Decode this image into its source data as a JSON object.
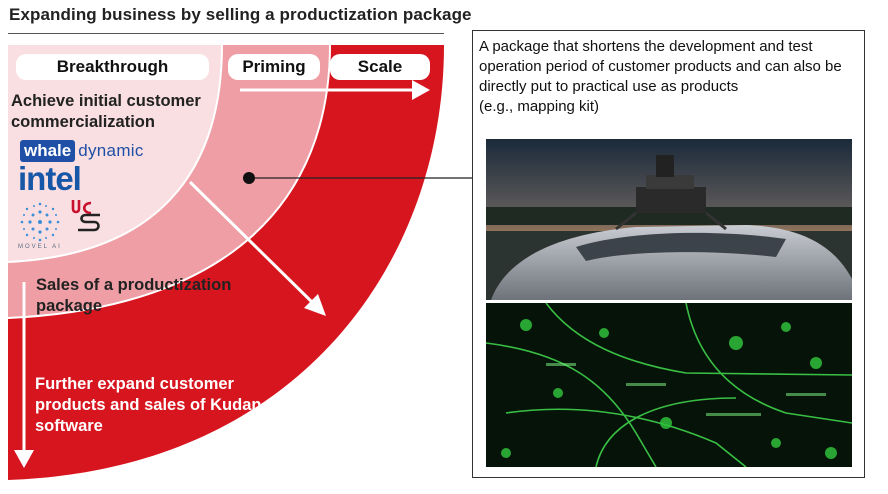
{
  "title": "Expanding business by selling a productization package",
  "phases": {
    "breakthrough": "Breakthrough",
    "priming": "Priming",
    "scale": "Scale"
  },
  "texts": {
    "achieve": "Achieve initial customer commercialization",
    "sales": "Sales of a productization package",
    "further": "Further expand customer products and sales of Kudan software"
  },
  "logos": {
    "whale_box": "whale",
    "whale_rest": "dynamic",
    "intel": "intel",
    "movel": "MOVEL AI",
    "ucs": "UCS"
  },
  "callout": {
    "text": "A package that shortens the development and test operation period of customer products and can also be directly put to practical use as products\n(e.g., mapping kit)"
  },
  "colors": {
    "outer_red": "#d7151f",
    "middle_pink": "#ee9ea4",
    "inner_pink": "#f9dfe2"
  }
}
